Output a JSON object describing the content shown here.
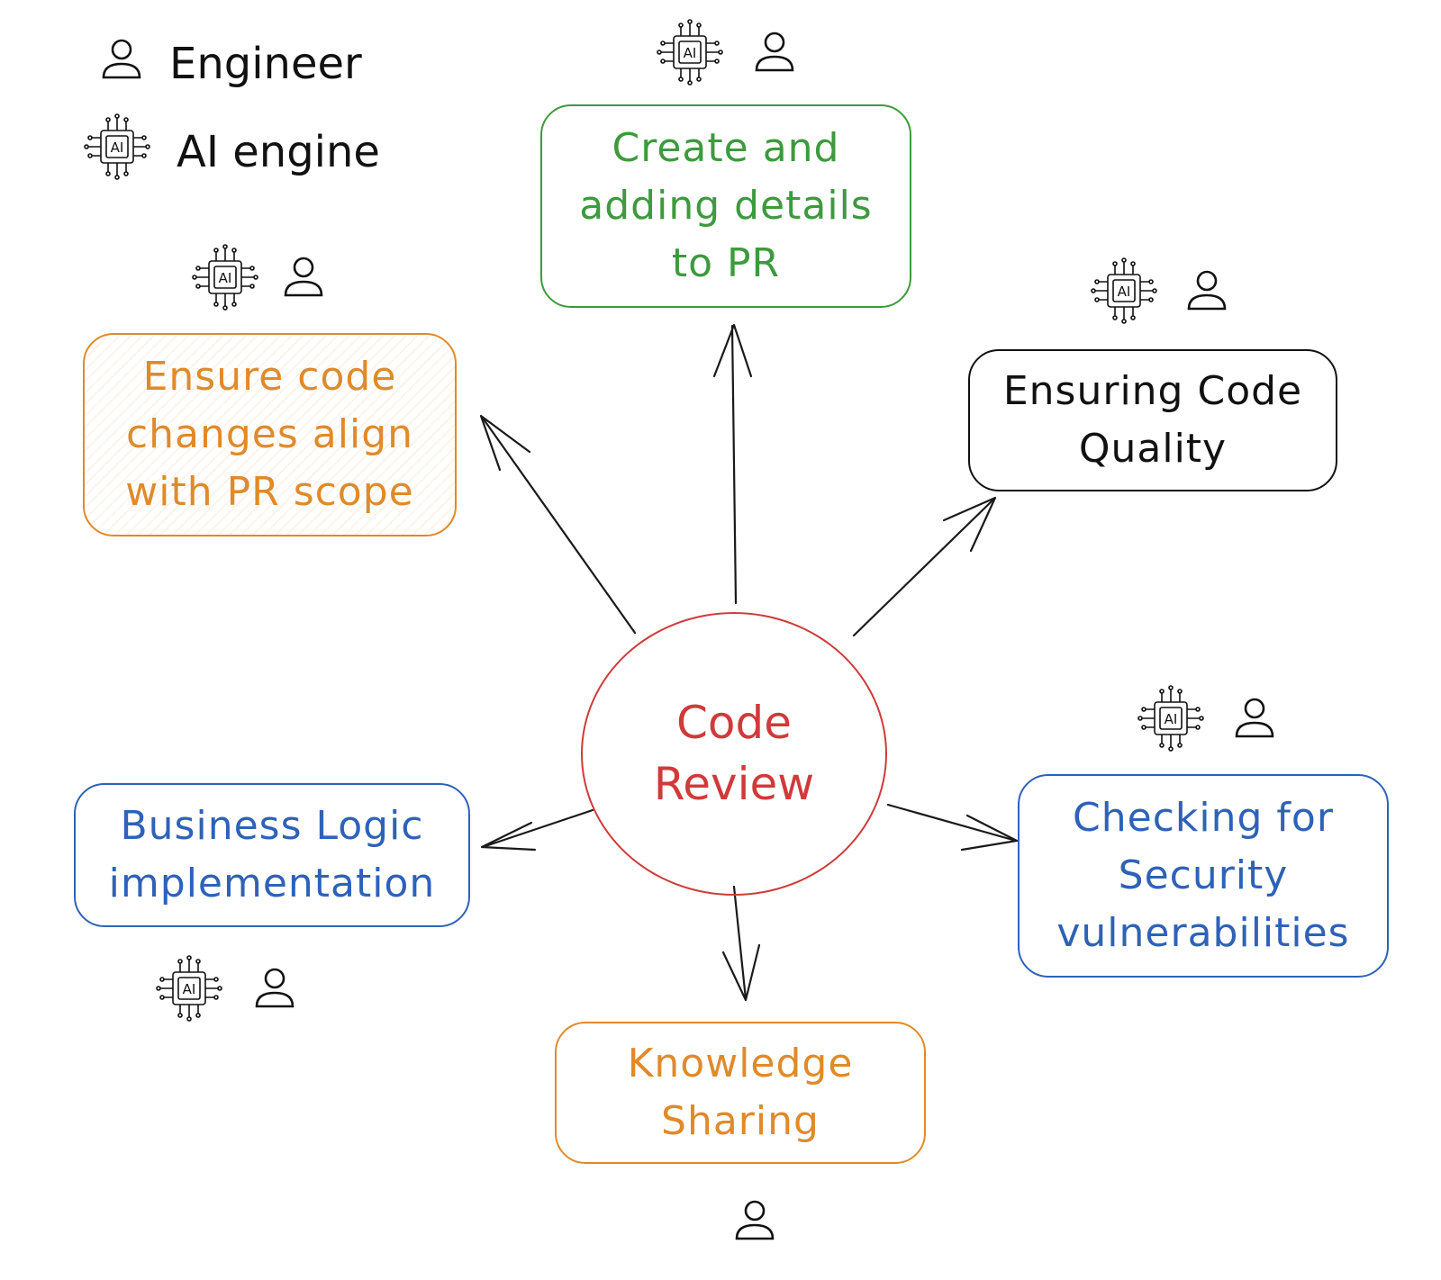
{
  "legend": {
    "engineer_label": "Engineer",
    "ai_label": "AI engine",
    "engineer_icon": "person-icon",
    "ai_icon": "ai-chip-icon"
  },
  "center": {
    "label": "Code\nReview",
    "color": "#d03a3a"
  },
  "nodes": {
    "create_pr": {
      "label": "Create and\nadding details\nto PR",
      "color": "#3d9a3d"
    },
    "ensure_scope": {
      "label": "Ensure code\nchanges align\nwith PR scope",
      "color": "#e08a2a"
    },
    "code_quality": {
      "label": "Ensuring Code\nQuality",
      "color": "#111111"
    },
    "business_logic": {
      "label": "Business Logic\nimplementation",
      "color": "#2e62b8"
    },
    "security": {
      "label": "Checking for\nSecurity\nvulnerabilities",
      "color": "#2e62b8"
    },
    "knowledge": {
      "label": "Knowledge\nSharing",
      "color": "#e08a2a"
    }
  },
  "chip_text": "AI"
}
